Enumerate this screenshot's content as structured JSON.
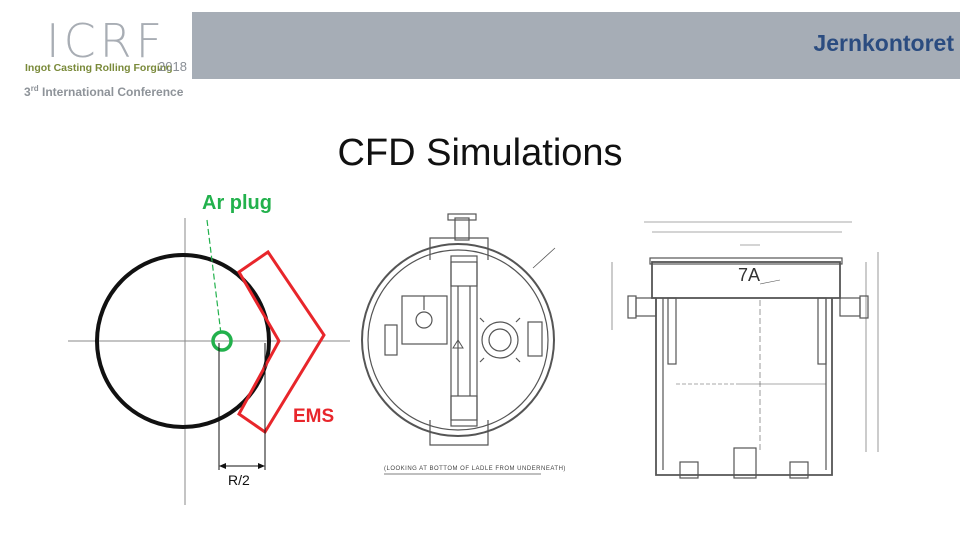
{
  "header": {
    "logo_letters": "ICRF",
    "logo_tagline": "Ingot Casting Rolling Forging",
    "logo_year": "2018",
    "conference_ordinal": "3",
    "conference_suffix": "rd",
    "conference_text": " International Conference",
    "brand": "Jernkontoret"
  },
  "slide": {
    "title": "CFD Simulations"
  },
  "left_diagram": {
    "ar_plug_label": "Ar plug",
    "ems_label": "EMS",
    "radius_label": "R/2"
  },
  "right_drawing": {
    "tag": "7A",
    "caption": "(LOOKING AT BOTTOM OF LADLE FROM UNDERNEATH)"
  },
  "colors": {
    "header_band": "#a6adb6",
    "brand": "#2b4c80",
    "ar_plug": "#22b14c",
    "ems": "#e8262b"
  }
}
